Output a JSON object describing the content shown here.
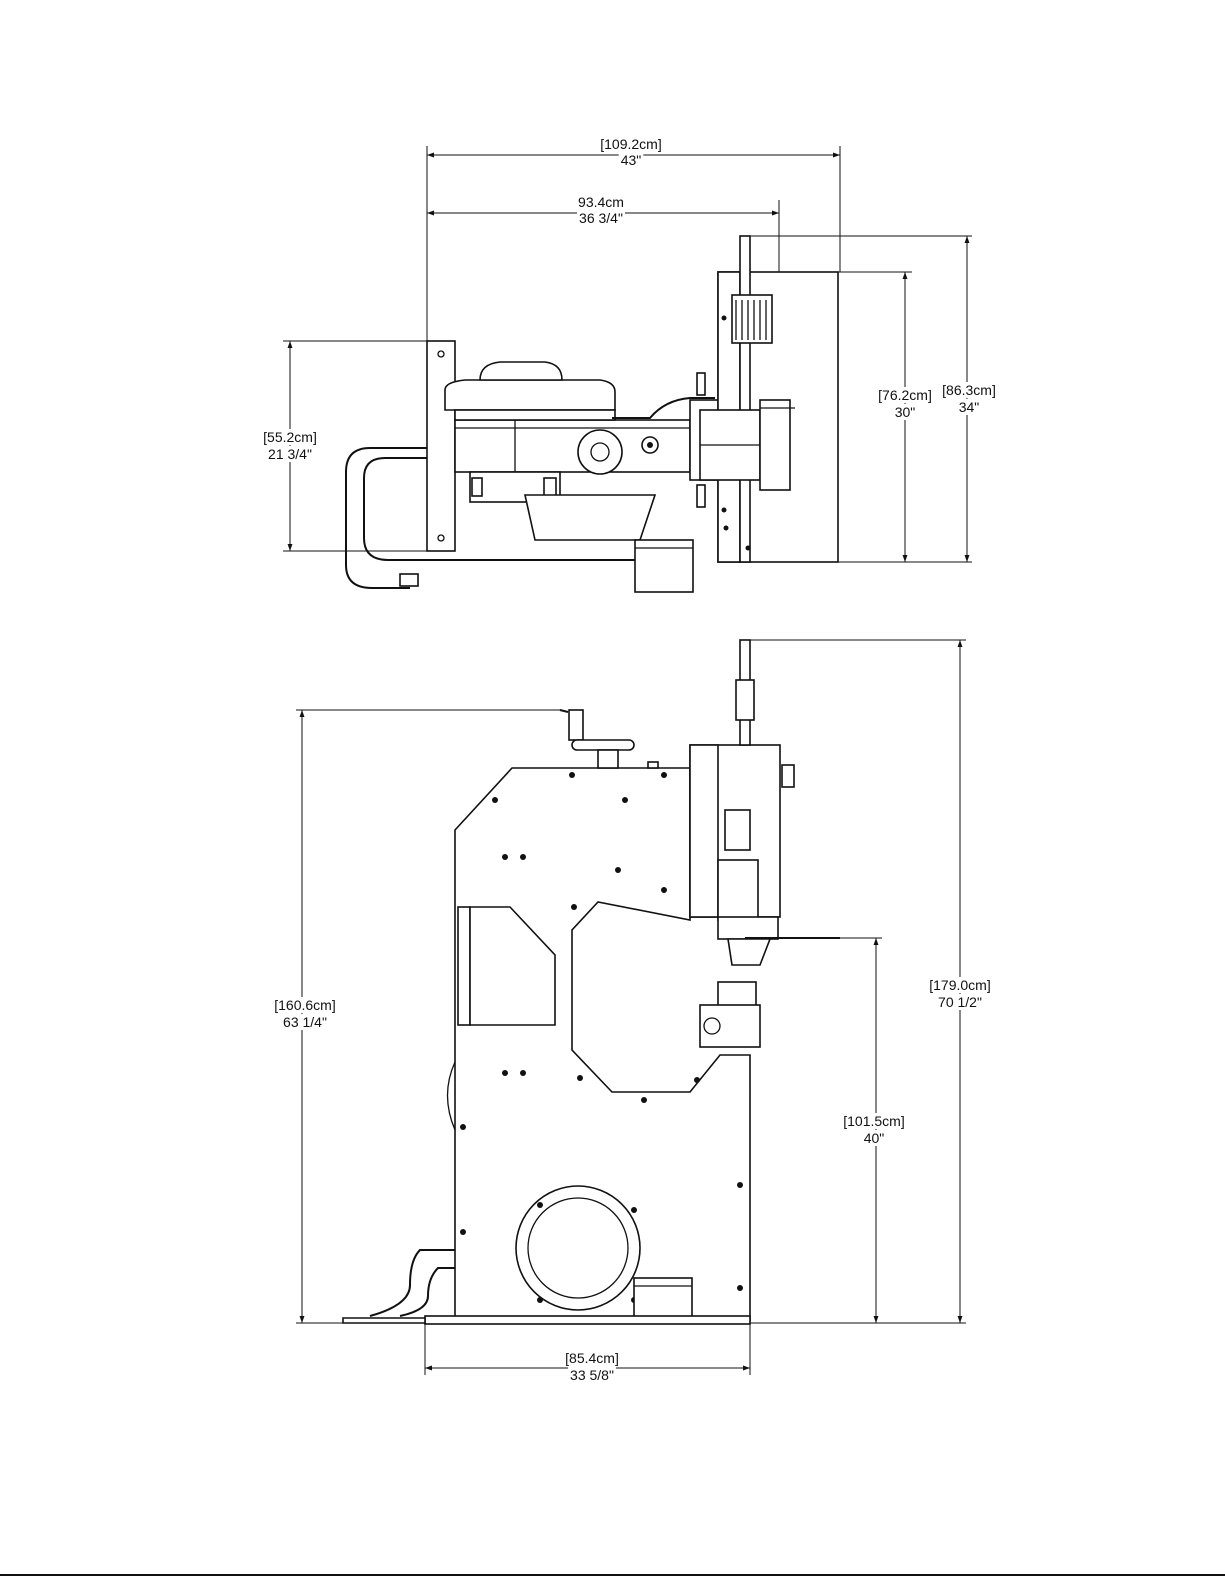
{
  "top_view": {
    "overall_width": {
      "metric": "[109.2cm]",
      "imperial": "43\""
    },
    "body_width": {
      "metric": "93.4cm",
      "imperial": "36 3/4\""
    },
    "base_depth": {
      "metric": "[55.2cm]",
      "imperial": "21 3/4\""
    },
    "head_depth": {
      "metric": "[76.2cm]",
      "imperial": "30\""
    },
    "overall_depth": {
      "metric": "[86.3cm]",
      "imperial": "34\""
    }
  },
  "side_view": {
    "table_height": {
      "metric": "[160.6cm]",
      "imperial": "63 1/4\""
    },
    "overall_height": {
      "metric": "[179.0cm]",
      "imperial": "70 1/2\""
    },
    "work_height": {
      "metric": "[101.5cm]",
      "imperial": "40\""
    },
    "base_width": {
      "metric": "[85.4cm]",
      "imperial": "33 5/8\""
    }
  }
}
